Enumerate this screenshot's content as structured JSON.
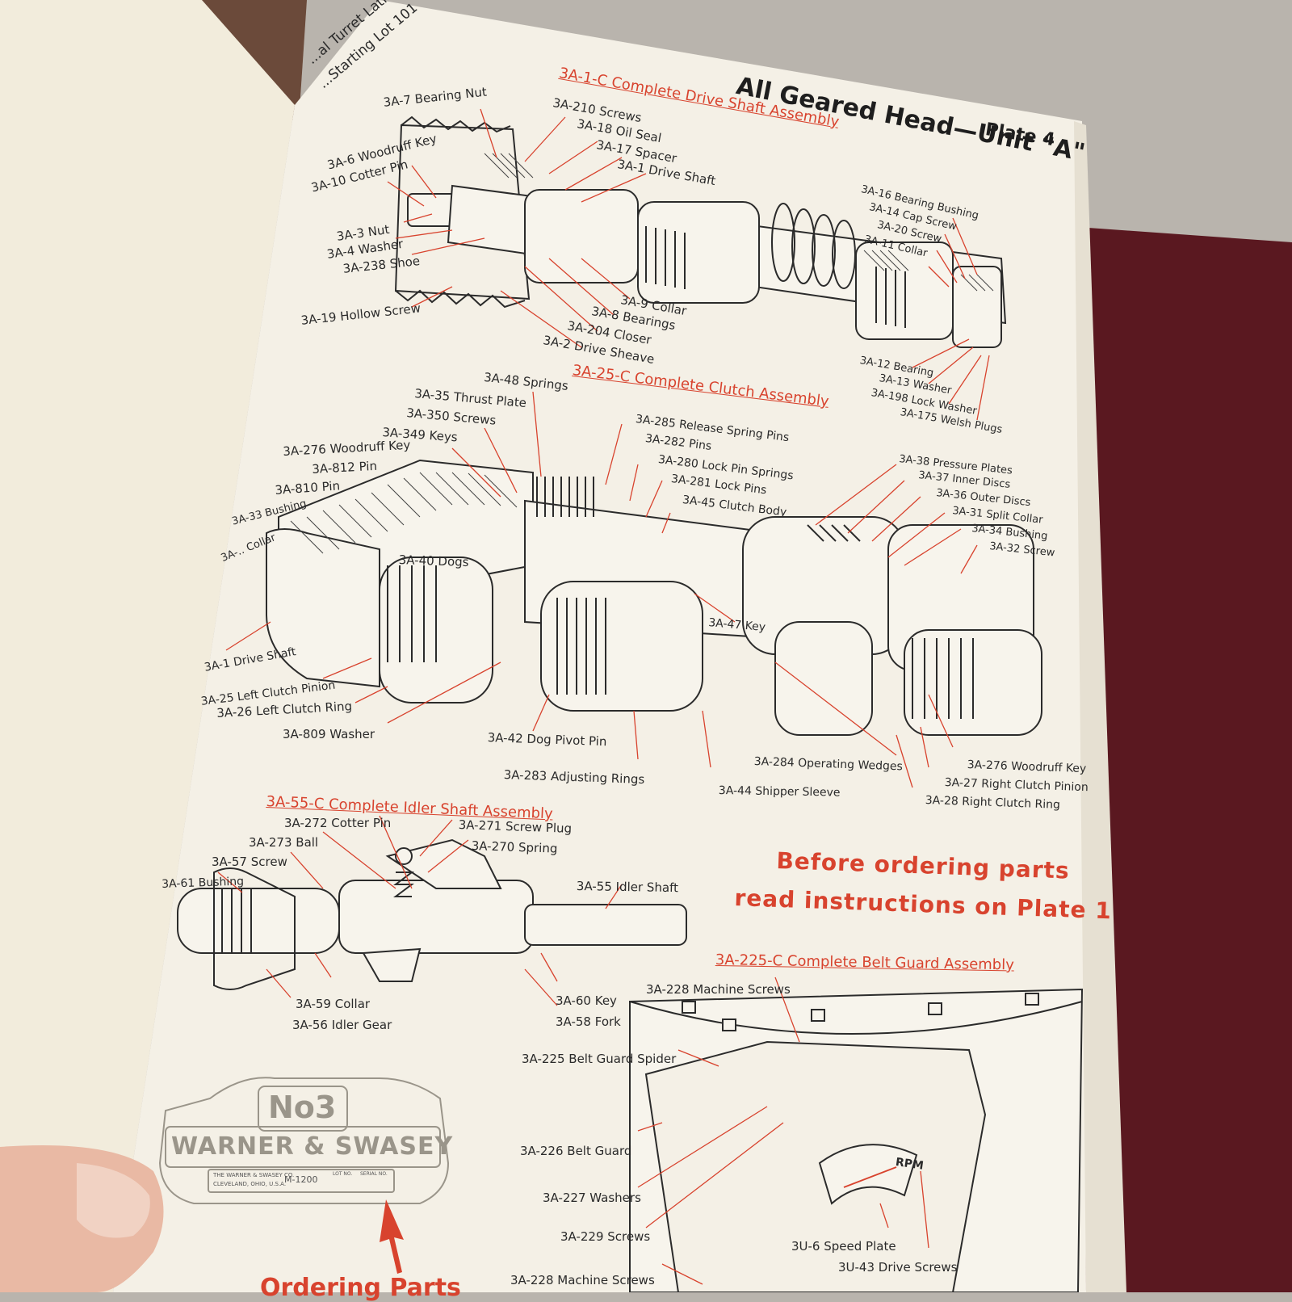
{
  "header": {
    "corner_line1": "...al Turret Lathe",
    "corner_line2": "...Starting Lot 101",
    "title": "All Geared Head—Unit \"A\"",
    "plate": "Plate 4"
  },
  "assemblies": {
    "drive_shaft": "3A-1-C  Complete Drive Shaft Assembly",
    "clutch": "3A-25-C  Complete Clutch Assembly",
    "idler_shaft": "3A-55-C  Complete Idler Shaft Assembly",
    "belt_guard": "3A-225-C  Complete Belt Guard Assembly"
  },
  "drive_shaft_labels": [
    "3A-7 Bearing Nut",
    "3A-210 Screws",
    "3A-18 Oil Seal",
    "3A-17 Spacer",
    "3A-1 Drive Shaft",
    "3A-6 Woodruff Key",
    "3A-10 Cotter Pin",
    "3A-3 Nut",
    "3A-4 Washer",
    "3A-238 Shoe",
    "3A-19 Hollow Screw",
    "3A-9 Collar",
    "3A-8 Bearings",
    "3A-204 Closer",
    "3A-2 Drive Sheave",
    "3A-16 Bearing Bushing",
    "3A-14 Cap Screw",
    "3A-20 Screw",
    "3A-11 Collar",
    "3A-12 Bearing",
    "3A-13 Washer",
    "3A-198 Lock Washer",
    "3A-175 Welsh Plugs"
  ],
  "clutch_labels": [
    "3A-48 Springs",
    "3A-35 Thrust Plate",
    "3A-350 Screws",
    "3A-349 Keys",
    "3A-276 Woodruff Key",
    "3A-812 Pin",
    "3A-810 Pin",
    "3A-33 Bushing",
    "3A-.. Collar",
    "3A-40 Dogs",
    "3A-285 Release Spring Pins",
    "3A-282 Pins",
    "3A-280 Lock Pin Springs",
    "3A-281 Lock Pins",
    "3A-45 Clutch Body",
    "3A-38 Pressure Plates",
    "3A-37 Inner Discs",
    "3A-36 Outer Discs",
    "3A-31 Split Collar",
    "3A-34 Bushing",
    "3A-32 Screw",
    "3A-47 Key",
    "3A-1 Drive Shaft",
    "3A-25 Left Clutch Pinion",
    "3A-26 Left Clutch Ring",
    "3A-809 Washer",
    "3A-42 Dog Pivot Pin",
    "3A-283 Adjusting Rings",
    "3A-284 Operating Wedges",
    "3A-44 Shipper Sleeve",
    "3A-276 Woodruff Key",
    "3A-27 Right Clutch Pinion",
    "3A-28 Right Clutch Ring"
  ],
  "idler_labels": [
    "3A-272 Cotter Pin",
    "3A-273 Ball",
    "3A-57 Screw",
    "3A-61 Bushing",
    "3A-271 Screw Plug",
    "3A-270 Spring",
    "3A-55 Idler Shaft",
    "3A-59 Collar",
    "3A-56 Idler Gear",
    "3A-60 Key",
    "3A-58 Fork"
  ],
  "belt_guard_labels": [
    "3A-228 Machine Screws",
    "3A-225 Belt Guard Spider",
    "3A-226 Belt Guard",
    "3A-227 Washers",
    "3A-229 Screws",
    "3A-228 Machine Screws",
    "3U-6 Speed Plate",
    "3U-43 Drive Screws",
    "RPM"
  ],
  "notice": {
    "line1": "Before ordering parts",
    "line2": "read instructions on Plate 1"
  },
  "nameplate": {
    "number": "No3",
    "brand": "WARNER & SWASEY",
    "small_company": "THE WARNER & SWASEY CO.",
    "small_city": "CLEVELAND, OHIO, U.S.A.",
    "model": "M-1200",
    "lot_label": "LOT NO.",
    "serial_label": "SERIAL NO."
  },
  "ordering_caption": "Ordering Parts",
  "colors": {
    "page": "#f4f0e6",
    "ink": "#2a2a2a",
    "accent_red": "#d8432e",
    "background": "#b9b4ad",
    "cover": "#5a1820"
  }
}
